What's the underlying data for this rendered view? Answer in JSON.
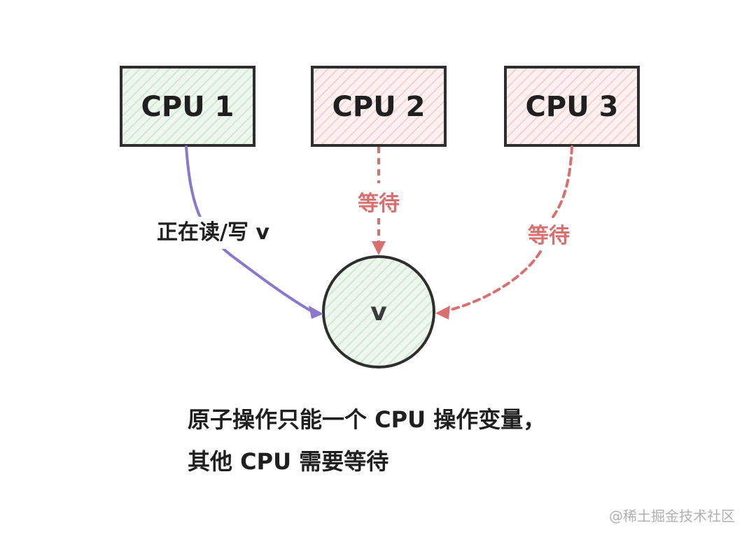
{
  "diagram": {
    "nodes": [
      {
        "id": "cpu1",
        "label": "CPU 1",
        "state": "active"
      },
      {
        "id": "cpu2",
        "label": "CPU 2",
        "state": "waiting"
      },
      {
        "id": "cpu3",
        "label": "CPU 3",
        "state": "waiting"
      }
    ],
    "variable": {
      "label": "v"
    },
    "edges": [
      {
        "from": "cpu1",
        "to": "v",
        "label": "正在读/写 v",
        "style": "solid"
      },
      {
        "from": "cpu2",
        "to": "v",
        "label": "等待",
        "style": "dashed"
      },
      {
        "from": "cpu3",
        "to": "v",
        "label": "等待",
        "style": "dashed"
      }
    ]
  },
  "caption": {
    "line1": "原子操作只能一个 CPU 操作变量，",
    "line2": "其他 CPU 需要等待"
  },
  "watermark": "@稀土掘金技术社区",
  "colors": {
    "active_fill": "#e6f2e6",
    "waiting_fill": "#fbe6e6",
    "active_edge": "#8a78cc",
    "waiting_edge": "#d97070",
    "stroke": "#2e2e2e"
  }
}
